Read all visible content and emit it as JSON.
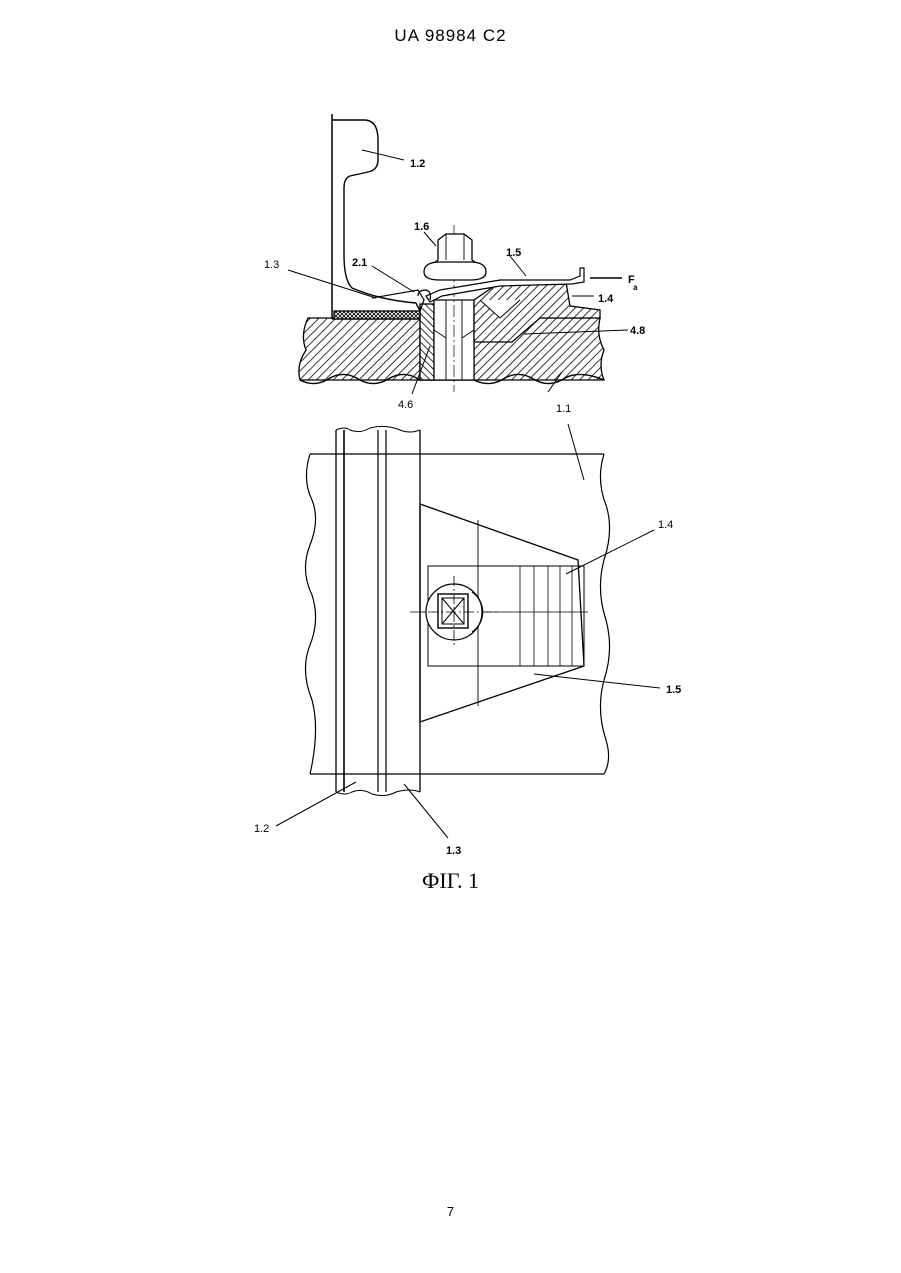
{
  "header": {
    "patent_number": "UA   98984   C2"
  },
  "figure": {
    "labels": {
      "l12_top": "1.2",
      "l16": "1.6",
      "l15_top": "1.5",
      "l13_top": "1.3",
      "l21": "2.1",
      "lFa_main": "F",
      "lFa_sub": "a",
      "l14_top": "1.4",
      "l48": "4.8",
      "l46": "4.6",
      "l11": "1.1",
      "l14_bottom": "1.4",
      "l15_bottom": "1.5",
      "l12_bottom": "1.2",
      "l13_bottom": "1.3"
    },
    "caption": "ФІГ. 1"
  },
  "footer": {
    "page_number": "7"
  }
}
